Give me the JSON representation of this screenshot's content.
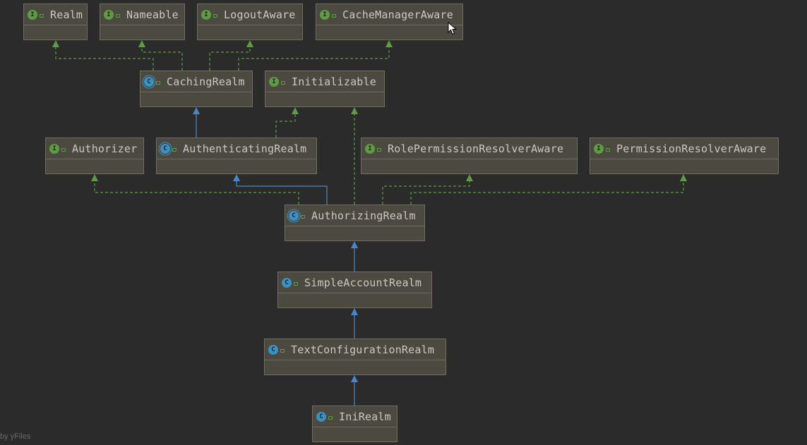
{
  "diagram": {
    "nodes": [
      {
        "id": "realm",
        "label": "Realm",
        "kind": "interface",
        "kind_letter": "I"
      },
      {
        "id": "nameable",
        "label": "Nameable",
        "kind": "interface",
        "kind_letter": "I"
      },
      {
        "id": "logoutaware",
        "label": "LogoutAware",
        "kind": "interface",
        "kind_letter": "I"
      },
      {
        "id": "cachemanageraware",
        "label": "CacheManagerAware",
        "kind": "interface",
        "kind_letter": "I"
      },
      {
        "id": "cachingrealm",
        "label": "CachingRealm",
        "kind": "abstract-class",
        "kind_letter": "C"
      },
      {
        "id": "initializable",
        "label": "Initializable",
        "kind": "interface",
        "kind_letter": "I"
      },
      {
        "id": "authorizer",
        "label": "Authorizer",
        "kind": "interface",
        "kind_letter": "I"
      },
      {
        "id": "authenticatingrealm",
        "label": "AuthenticatingRealm",
        "kind": "abstract-class",
        "kind_letter": "C"
      },
      {
        "id": "rolepermissionresolveraware",
        "label": "RolePermissionResolverAware",
        "kind": "interface",
        "kind_letter": "I"
      },
      {
        "id": "permissionresolveraware",
        "label": "PermissionResolverAware",
        "kind": "interface",
        "kind_letter": "I"
      },
      {
        "id": "authorizingrealm",
        "label": "AuthorizingRealm",
        "kind": "abstract-class",
        "kind_letter": "C"
      },
      {
        "id": "simpleaccountrealm",
        "label": "SimpleAccountRealm",
        "kind": "class",
        "kind_letter": "C"
      },
      {
        "id": "textconfigurationrealm",
        "label": "TextConfigurationRealm",
        "kind": "class",
        "kind_letter": "C"
      },
      {
        "id": "inirealm",
        "label": "IniRealm",
        "kind": "class",
        "kind_letter": "C"
      }
    ],
    "edges": [
      {
        "from": "cachingrealm",
        "to": "realm",
        "type": "implements"
      },
      {
        "from": "cachingrealm",
        "to": "nameable",
        "type": "implements"
      },
      {
        "from": "cachingrealm",
        "to": "logoutaware",
        "type": "implements"
      },
      {
        "from": "cachingrealm",
        "to": "cachemanageraware",
        "type": "implements"
      },
      {
        "from": "authenticatingrealm",
        "to": "cachingrealm",
        "type": "extends"
      },
      {
        "from": "authenticatingrealm",
        "to": "initializable",
        "type": "implements"
      },
      {
        "from": "authorizingrealm",
        "to": "authenticatingrealm",
        "type": "extends"
      },
      {
        "from": "authorizingrealm",
        "to": "authorizer",
        "type": "implements"
      },
      {
        "from": "authorizingrealm",
        "to": "initializable",
        "type": "implements"
      },
      {
        "from": "authorizingrealm",
        "to": "rolepermissionresolveraware",
        "type": "implements"
      },
      {
        "from": "authorizingrealm",
        "to": "permissionresolveraware",
        "type": "implements"
      },
      {
        "from": "simpleaccountrealm",
        "to": "authorizingrealm",
        "type": "extends"
      },
      {
        "from": "textconfigurationrealm",
        "to": "simpleaccountrealm",
        "type": "extends"
      },
      {
        "from": "inirealm",
        "to": "textconfigurationrealm",
        "type": "extends"
      }
    ],
    "colors": {
      "background": "#2b2b2b",
      "node_fill": "#4c4a40",
      "node_border": "#6f6d62",
      "extends_edge": "#4a86c8",
      "implements_edge": "#5f9a45",
      "interface_badge": "#5f9a45",
      "class_badge": "#3c90c0"
    },
    "watermark": "by yFiles",
    "cursor_icon": "mouse-pointer-icon"
  }
}
